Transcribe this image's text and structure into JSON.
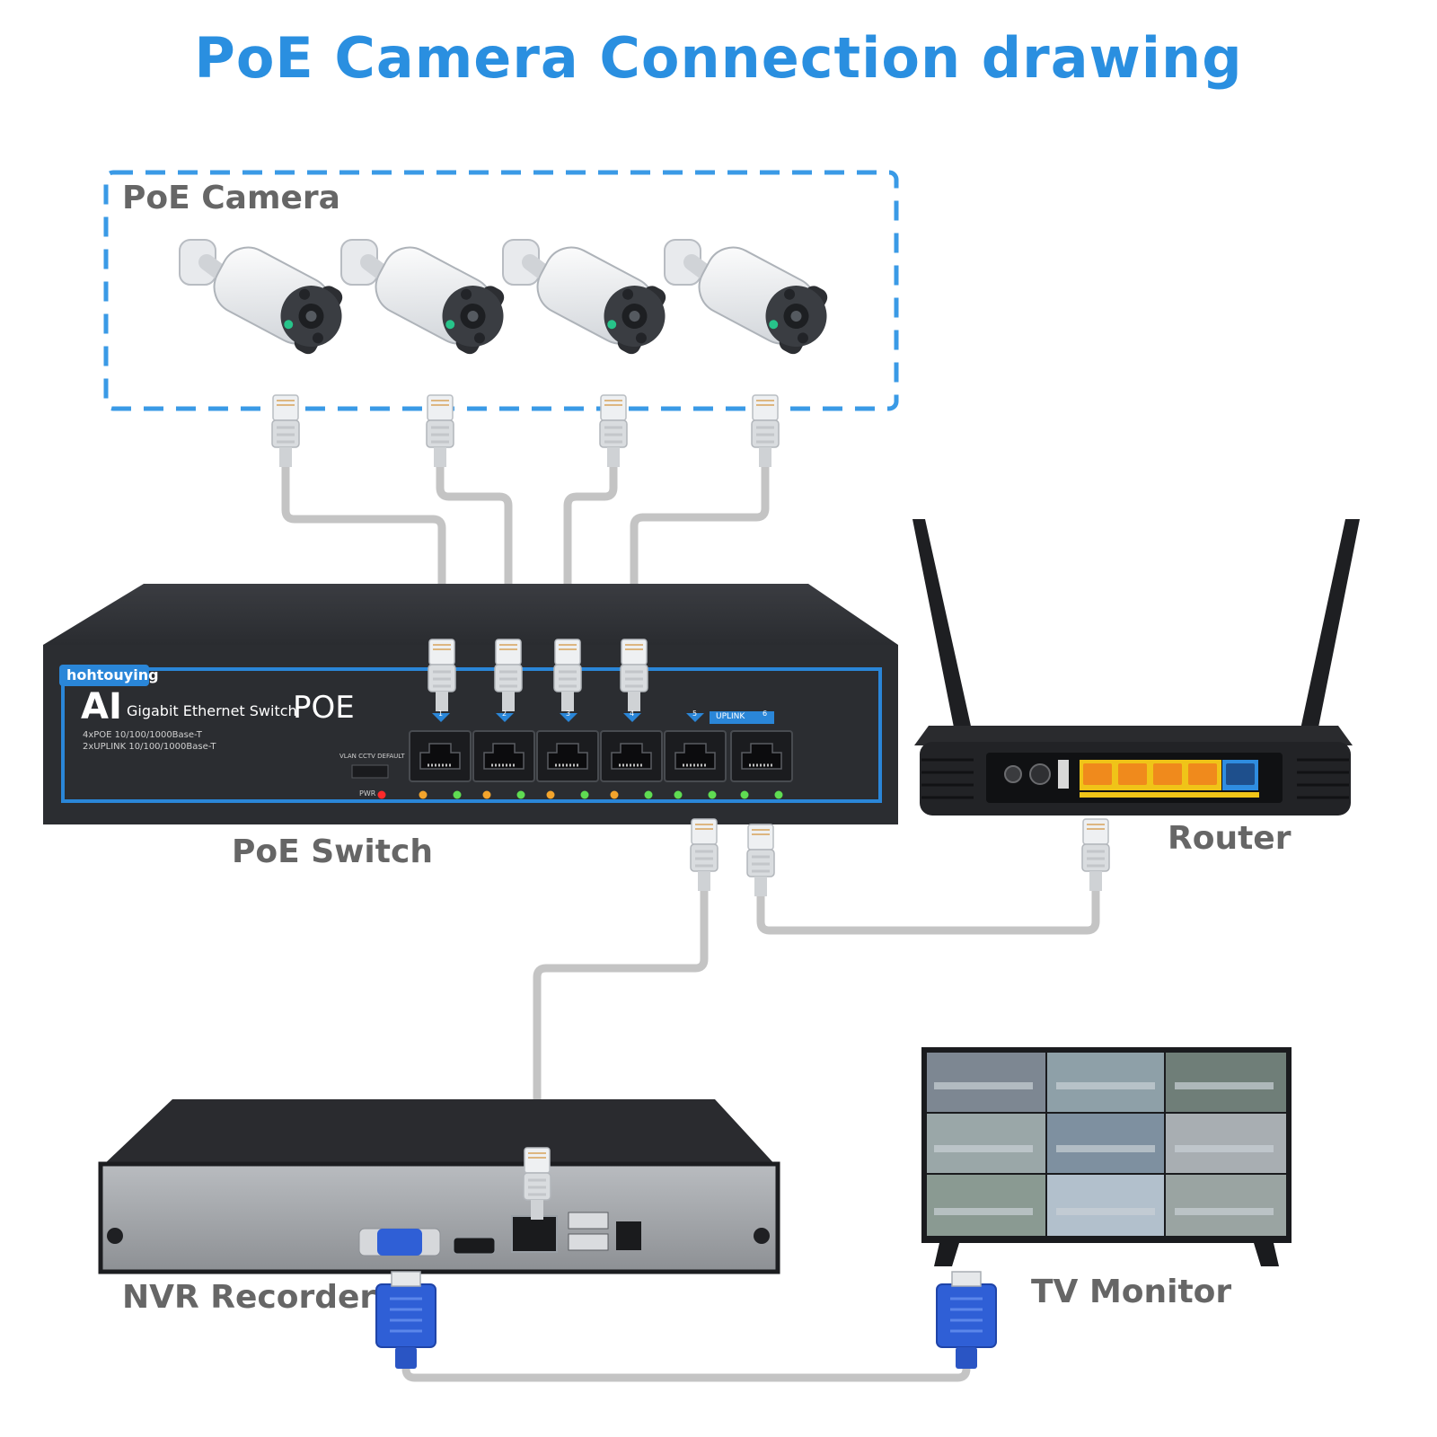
{
  "title": "PoE Camera Connection drawing",
  "labels": {
    "camera_group": "PoE Camera",
    "switch": "PoE Switch",
    "router": "Router",
    "nvr": "NVR Recorder",
    "tv": "TV Monitor"
  },
  "switch_panel": {
    "brand": "hohtouying",
    "ai": "AI",
    "subtitle": "Gigabit Ethernet Switch",
    "poe": "POE",
    "spec1": "4xPOE 10/100/1000Base-T",
    "spec2": "2xUPLINK 10/100/1000Base-T",
    "mode_labels": "VLAN  CCTV  DEFAULT",
    "pwr": "PWR",
    "uplink": "UPLINK",
    "port_numbers": [
      "1",
      "2",
      "3",
      "4",
      "5",
      "6"
    ]
  },
  "colors": {
    "title": "#2a8fe0",
    "dashed_box": "#3a9ae6",
    "label": "#666666",
    "cable": "#c4c4c4",
    "switch_body": "#2b2d31",
    "switch_trim": "#2a86d8",
    "vga_blue": "#2f5fd6"
  }
}
